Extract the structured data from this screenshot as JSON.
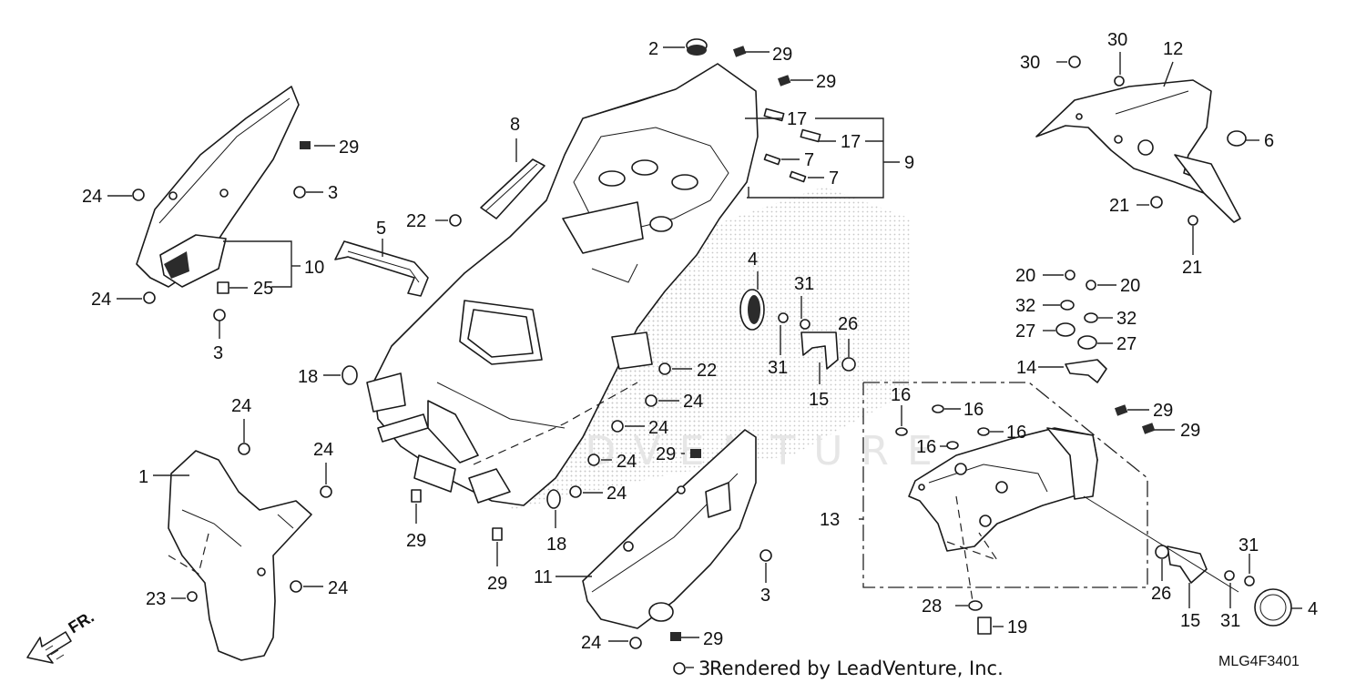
{
  "diagram": {
    "callouts": [
      "1",
      "2",
      "3",
      "4",
      "5",
      "6",
      "7",
      "8",
      "9",
      "10",
      "11",
      "12",
      "13",
      "14",
      "15",
      "16",
      "17",
      "18",
      "19",
      "20",
      "21",
      "22",
      "23",
      "24",
      "25",
      "26",
      "27",
      "28",
      "29",
      "30",
      "31",
      "32"
    ],
    "direction_label": "FR.",
    "footer_text": "Rendered by LeadVenture, Inc.",
    "diagram_code": "MLG4F3401",
    "watermark": "LEADVENTURE",
    "colors": {
      "line": "#1a1a1a",
      "shade": "#2b2b2b",
      "dots": "#c8c8c8",
      "background": "#ffffff"
    }
  }
}
